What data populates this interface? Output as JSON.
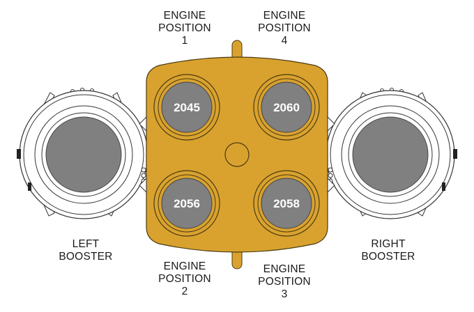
{
  "colors": {
    "core": "#D9A22F",
    "core_stroke": "#4a3a10",
    "nozzle": "#808080",
    "booster_line": "#333333",
    "text": "#1a1a1a"
  },
  "engines": [
    {
      "number": "2045",
      "position_lines": [
        "ENGINE",
        "POSITION",
        "1"
      ]
    },
    {
      "number": "2060",
      "position_lines": [
        "ENGINE",
        "POSITION",
        "4"
      ]
    },
    {
      "number": "2056",
      "position_lines": [
        "ENGINE",
        "POSITION",
        "2"
      ]
    },
    {
      "number": "2058",
      "position_lines": [
        "ENGINE",
        "POSITION",
        "3"
      ]
    }
  ],
  "boosters": {
    "left": [
      "LEFT",
      "BOOSTER"
    ],
    "right": [
      "RIGHT",
      "BOOSTER"
    ]
  }
}
